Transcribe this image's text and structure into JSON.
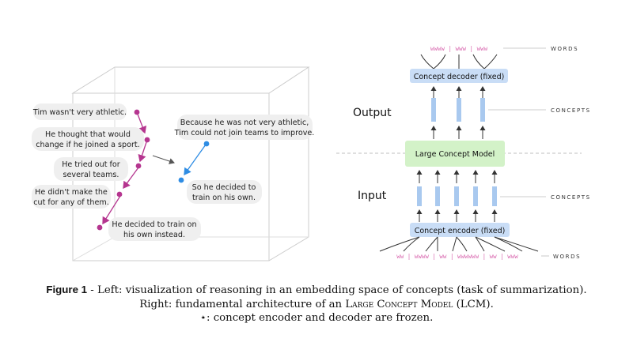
{
  "left_panel": {
    "sentences": [
      "Tim wasn't very athletic.",
      "He thought that would",
      "change if he joined a sport.",
      "He tried out for",
      "several teams.",
      "He didn't make the",
      "cut for any of them.",
      "He decided to train on",
      "his own instead."
    ],
    "summary": [
      "Because he was not very athletic,",
      "Tim could not join teams to improve.",
      "So he decided to",
      "train on his own."
    ],
    "colors": {
      "input_path": "#b5358f",
      "summary_path": "#2f8de4",
      "cube": "#cccccc",
      "bubble": "#efefef"
    }
  },
  "right_panel": {
    "words_tag": "WORDS",
    "concepts_tag": "CONCEPTS",
    "output_label": "Output",
    "input_label": "Input",
    "decoder_label": "Concept decoder (fixed)",
    "lcm_label": "Large Concept Model",
    "encoder_label": "Concept encoder (fixed)",
    "top_words": "wwww | www | www",
    "bottom_words": "ww | wwww | ww | wwwwww | ww | www",
    "colors": {
      "box_blue": "#c9ddf6",
      "box_green": "#d3f2c8",
      "concept_bar": "#a9c9ef",
      "words": "#d96ab0"
    }
  },
  "caption": {
    "figure_label": "Figure 1",
    "line1_rest": " - Left: visualization of reasoning in an embedding space of concepts (task of summarization).",
    "line2_prefix": "Right: fundamental architecture of an ",
    "line2_model": "Large Concept Model",
    "line2_suffix": " (LCM).",
    "line3": "⋆: concept encoder and decoder are frozen."
  }
}
